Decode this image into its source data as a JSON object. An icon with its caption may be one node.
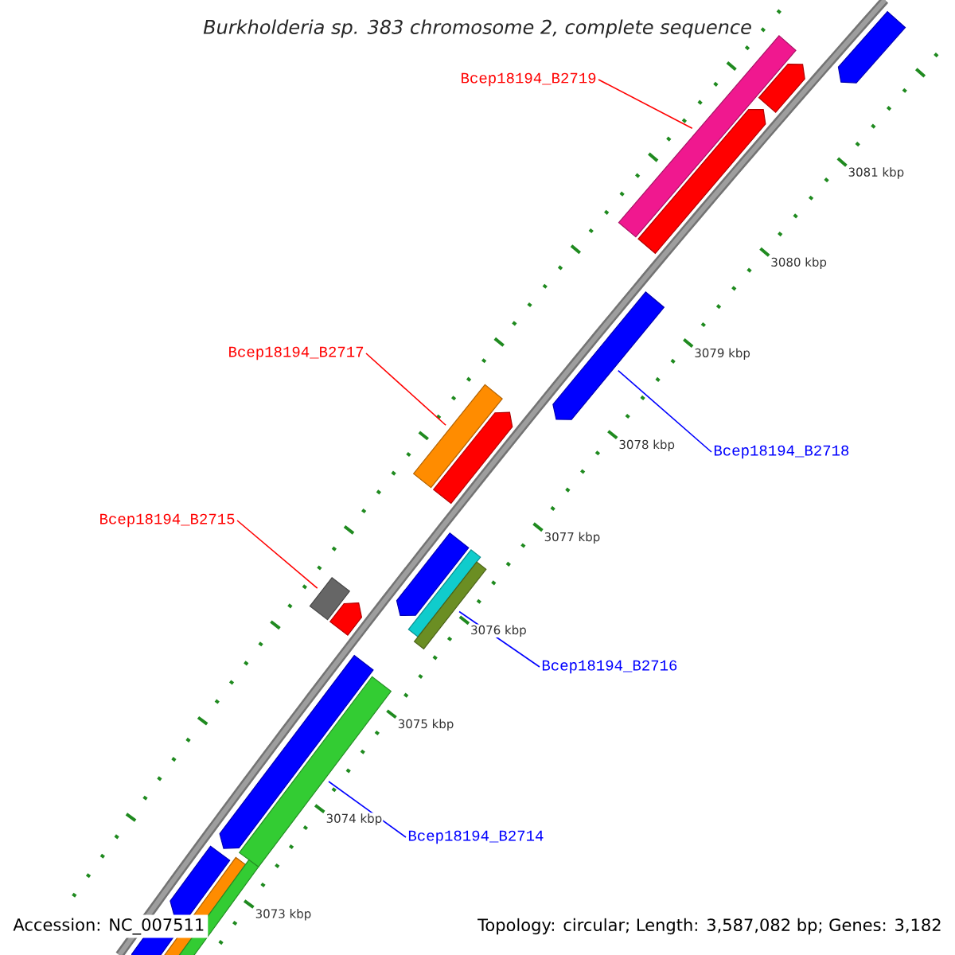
{
  "diagram": {
    "title": "Burkholderia sp. 383 chromosome 2, complete sequence",
    "nodes": [
      {
        "text": [
          "Bcep18194_B2719"
        ]
      },
      {
        "text": [],
        "shape": "bar"
      },
      {
        "text": [
          "Bcep18194_B2717"
        ]
      },
      {
        "text": [],
        "shape": "bar"
      },
      {
        "text": [
          "Bcep18194_B2718"
        ]
      },
      {
        "text": [],
        "shape": "arrow"
      },
      {
        "text": [
          "Bcep18194_B2715"
        ]
      },
      {
        "text": [],
        "shape": "bar"
      },
      {
        "text": [
          "Bcep18194_B2716"
        ]
      },
      {
        "text": [],
        "shape": "bar"
      },
      {
        "text": [
          "Bcep18194_B2714"
        ]
      },
      {
        "text": [],
        "shape": "bar"
      }
    ],
    "edges": [
      {
        "from": 0,
        "to": 1,
        "arrow": "none",
        "color": "#ff0000"
      },
      {
        "from": 2,
        "to": 3,
        "arrow": "none",
        "color": "#ff0000"
      },
      {
        "from": 4,
        "to": 5,
        "arrow": "none",
        "color": "#0000ff"
      },
      {
        "from": 6,
        "to": 7,
        "arrow": "none",
        "color": "#ff0000"
      },
      {
        "from": 8,
        "to": 9,
        "arrow": "none",
        "color": "#0000ff"
      },
      {
        "from": 10,
        "to": 11,
        "arrow": "none",
        "color": "#0000ff"
      }
    ],
    "labels": [
      "3081 kbp",
      "3080 kbp",
      "3079 kbp",
      "3078 kbp",
      "3077 kbp",
      "3076 kbp",
      "3075 kbp",
      "3074 kbp",
      "3073 kbp",
      "Accession: NC_007511",
      "Topology: circular; Length: 3,587,082 bp; Genes: 3,182"
    ]
  }
}
